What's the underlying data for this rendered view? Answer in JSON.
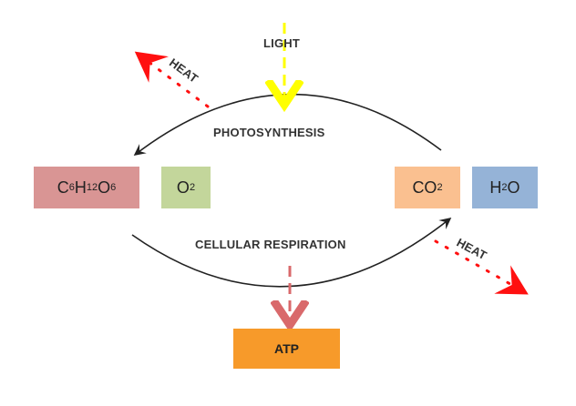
{
  "labels": {
    "light": "LIGHT",
    "photosynthesis": "PHOTOSYNTHESIS",
    "cellular_respiration": "CELLULAR RESPIRATION",
    "heat_top": "HEAT",
    "heat_bottom": "HEAT"
  },
  "molecules": {
    "glucose": {
      "C": "C",
      "c_n": "6",
      "H": "H",
      "h_n": "12",
      "O": "O",
      "o_n": "6",
      "color": "#d99594"
    },
    "oxygen": {
      "O": "O",
      "o_n": "2",
      "color": "#c3d69b"
    },
    "carbon_dioxide": {
      "CO": "CO",
      "o_n": "2",
      "color": "#fac090"
    },
    "water": {
      "H": "H",
      "h_n": "2",
      "O": "O",
      "color": "#95b3d7"
    }
  },
  "atp": {
    "label": "ATP",
    "color": "#f79a2a"
  },
  "colors": {
    "light_arrow": "#ffff00",
    "heat_arrow": "#ff0000",
    "atp_arrow": "#d9696b",
    "cycle_arrow": "#222222"
  }
}
